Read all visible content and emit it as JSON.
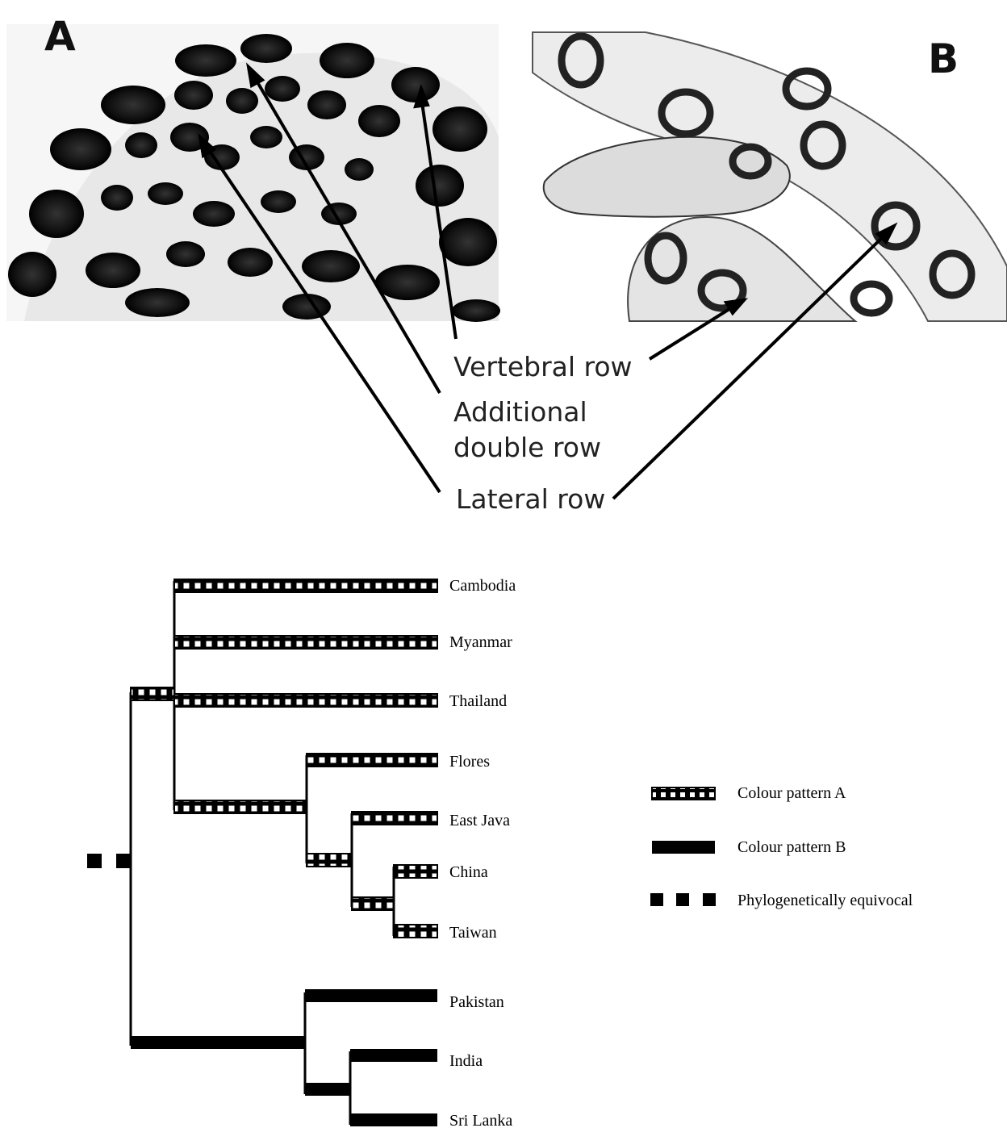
{
  "figure": {
    "panel_labels": {
      "a": "A",
      "b": "B"
    },
    "callouts": {
      "vertebral": "Vertebral row",
      "additional_line1": "Additional",
      "additional_line2": "double row",
      "lateral": "Lateral row"
    }
  },
  "tree": {
    "taxa": [
      "Cambodia",
      "Myanmar",
      "Thailand",
      "Flores",
      "East Java",
      "China",
      "Taiwan",
      "Pakistan",
      "India",
      "Sri Lanka"
    ],
    "root_state": "equivocal"
  },
  "legend": {
    "items": [
      {
        "style": "checkered",
        "label": "Colour pattern A"
      },
      {
        "style": "solid",
        "label": "Colour pattern B"
      },
      {
        "style": "dashed",
        "label": "Phylogenetically equivocal"
      }
    ]
  }
}
